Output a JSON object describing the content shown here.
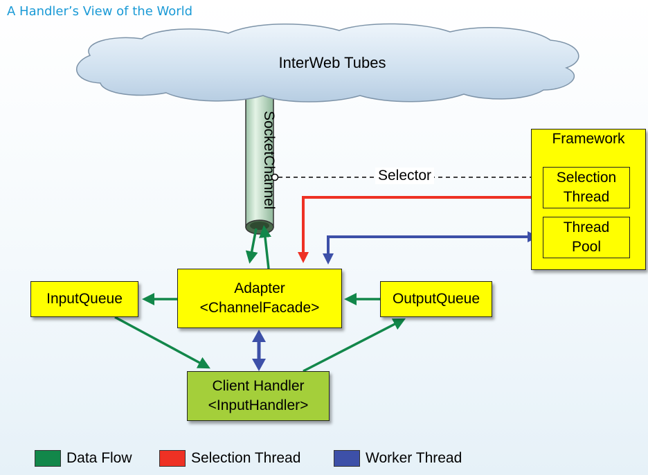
{
  "title": "A Handler’s View of the World",
  "cloud": {
    "label": "InterWeb Tubes"
  },
  "socket": {
    "label": "SocketChannel"
  },
  "selector": {
    "label": "Selector"
  },
  "framework": {
    "title": "Framework",
    "selection_thread_line1": "Selection",
    "selection_thread_line2": "Thread",
    "thread_pool_line1": "Thread",
    "thread_pool_line2": "Pool"
  },
  "adapter": {
    "line1": "Adapter",
    "line2": "<ChannelFacade>"
  },
  "input_queue": {
    "label": "InputQueue"
  },
  "output_queue": {
    "label": "OutputQueue"
  },
  "client_handler": {
    "line1": "Client Handler",
    "line2": "<InputHandler>"
  },
  "legend": [
    {
      "label": "Data Flow",
      "color": "#12874a"
    },
    {
      "label": "Selection Thread",
      "color": "#ee3124"
    },
    {
      "label": "Worker Thread",
      "color": "#3d50a8"
    }
  ],
  "colors": {
    "data_flow": "#12874a",
    "selection_thread": "#ee3124",
    "worker_thread": "#3d50a8",
    "component": "#ffff00",
    "handler": "#a4cf3a",
    "title": "#1a9ad6"
  }
}
